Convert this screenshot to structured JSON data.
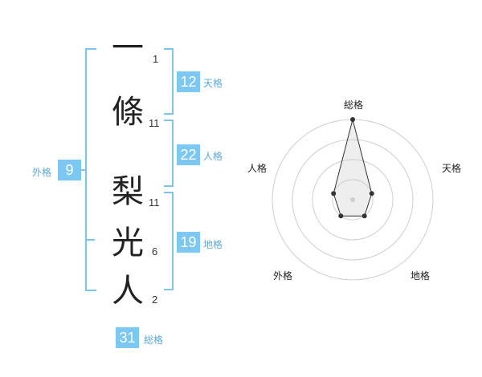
{
  "name_chars": [
    {
      "char": "一",
      "strokes": "1"
    },
    {
      "char": "條",
      "strokes": "11"
    },
    {
      "char": "梨",
      "strokes": "11"
    },
    {
      "char": "光",
      "strokes": "6"
    },
    {
      "char": "人",
      "strokes": "2"
    }
  ],
  "scores": {
    "tenkaku": {
      "value": "12",
      "label": "天格"
    },
    "jinkaku": {
      "value": "22",
      "label": "人格"
    },
    "chikaku": {
      "value": "19",
      "label": "地格"
    },
    "gaikaku": {
      "value": "9",
      "label": "外格"
    },
    "soukaku": {
      "value": "31",
      "label": "総格"
    }
  },
  "radar": {
    "labels": {
      "top": "総格",
      "right": "天格",
      "bottom_right": "地格",
      "bottom_left": "外格",
      "left": "人格"
    },
    "rings": 4,
    "max": 4,
    "values": {
      "soukaku": 4,
      "tenkaku": 1,
      "chikaku": 1,
      "gaikaku": 1,
      "jinkaku": 1
    }
  },
  "colors": {
    "accent": "#7cc8f3",
    "bracket": "#7cc3ee",
    "label": "#5aa9d8"
  }
}
